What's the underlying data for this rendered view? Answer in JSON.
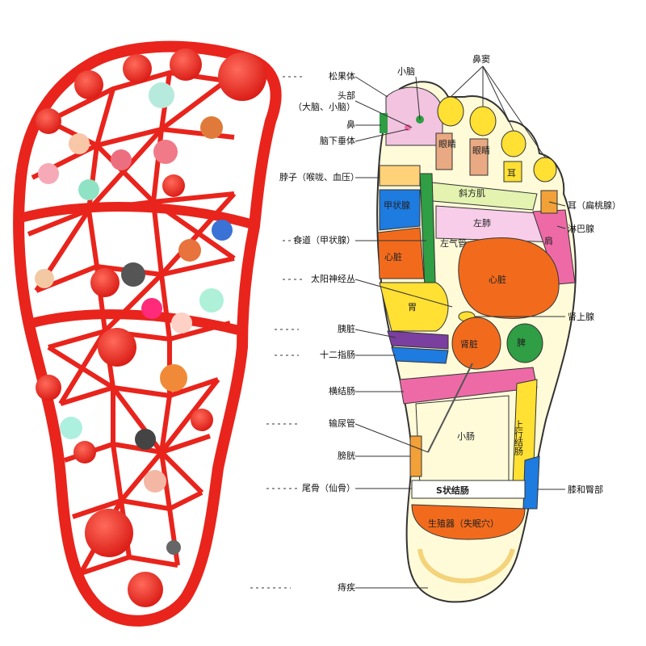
{
  "left_labels": [
    {
      "id": "pineal",
      "text": "松果体"
    },
    {
      "id": "head",
      "text": "头部"
    },
    {
      "id": "head_sub",
      "text": "（大脑、小脑）"
    },
    {
      "id": "nose",
      "text": "鼻"
    },
    {
      "id": "pituitary",
      "text": "脑下垂体"
    },
    {
      "id": "neck",
      "text": "脖子（喉咙、血压）"
    },
    {
      "id": "esophagus",
      "text": "食道（甲状腺）"
    },
    {
      "id": "solar",
      "text": "太阳神经丛"
    },
    {
      "id": "pancreas",
      "text": "胰脏"
    },
    {
      "id": "duodenum",
      "text": "十二指肠"
    },
    {
      "id": "transverse",
      "text": "横结肠"
    },
    {
      "id": "ureter",
      "text": "输尿管"
    },
    {
      "id": "bladder",
      "text": "膀胱"
    },
    {
      "id": "coccyx",
      "text": "尾骨（仙骨）"
    },
    {
      "id": "hemorrhoid",
      "text": "痔疾"
    }
  ],
  "top_labels": [
    {
      "id": "cerebellum",
      "text": "小脑"
    },
    {
      "id": "sinus",
      "text": "鼻窦"
    }
  ],
  "right_labels": [
    {
      "id": "ear",
      "text": "耳（扁桃腺）"
    },
    {
      "id": "lymph",
      "text": "淋巴腺"
    },
    {
      "id": "adrenal",
      "text": "肾上腺"
    },
    {
      "id": "knee",
      "text": "膝和臀部"
    }
  ],
  "zones": {
    "eye1": "眼睛",
    "eye2": "眼睛",
    "ear_toe": "耳",
    "trapezius": "斜方肌",
    "thyroid": "甲状腺",
    "lung": "左肺",
    "bronchus": "左气管",
    "heart": "心脏",
    "heart2": "心脏",
    "stomach": "胃",
    "shoulder": "肩",
    "kidney": "肾脏",
    "spleen": "脾",
    "small_int": "小肠",
    "ascending": "上行结肠",
    "sigmoid": "S状结肠",
    "genital": "生殖器（失眠穴）"
  },
  "colors": {
    "massager": "#ee2a24",
    "yellow": "#ffe033",
    "orange": "#f26b1d",
    "pink": "#ee6aa7",
    "purple": "#7b3fa0",
    "blue": "#1e7be0",
    "green": "#2f9e44"
  }
}
